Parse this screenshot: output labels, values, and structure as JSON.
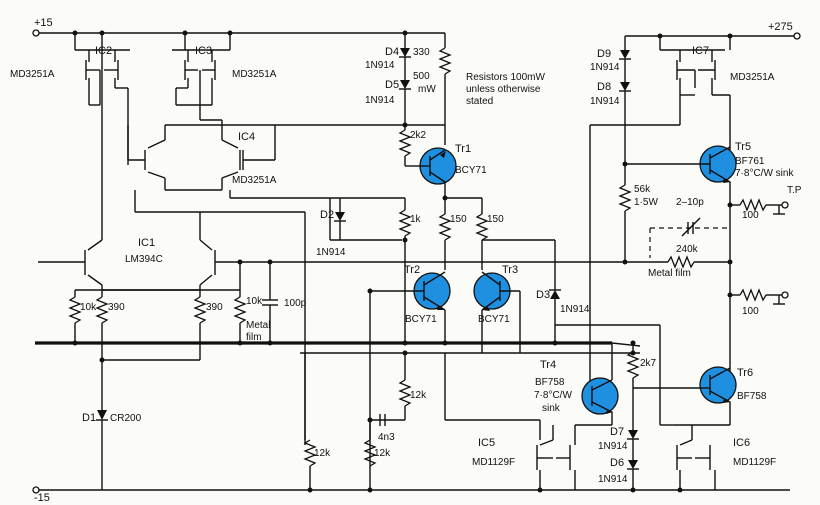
{
  "rails": {
    "pos15": "+15",
    "neg15": "-15",
    "pos275": "+275"
  },
  "note": {
    "line1": "Resistors 100mW",
    "line2": "unless otherwise",
    "line3": "stated"
  },
  "ics": {
    "ic2": {
      "name": "IC2",
      "part": "MD3251A"
    },
    "ic3": {
      "name": "IC3",
      "part": "MD3251A"
    },
    "ic4": {
      "name": "IC4",
      "part": "MD3251A"
    },
    "ic1": {
      "name": "IC1",
      "part": "LM394C"
    },
    "ic7": {
      "name": "IC7",
      "part": "MD3251A"
    },
    "ic5": {
      "name": "IC5",
      "part": "MD1129F"
    },
    "ic6": {
      "name": "IC6",
      "part": "MD1129F"
    }
  },
  "transistors": {
    "tr1": {
      "name": "Tr1",
      "part": "BCY71"
    },
    "tr2": {
      "name": "Tr2",
      "part": "BCY71"
    },
    "tr3": {
      "name": "Tr3",
      "part": "BCY71"
    },
    "tr4": {
      "name": "Tr4",
      "part": "BF758",
      "extra1": "7·8°C/W",
      "extra2": "sink"
    },
    "tr5": {
      "name": "Tr5",
      "part": "BF761",
      "extra1": "7·8°C/W sink"
    },
    "tr6": {
      "name": "Tr6",
      "part": "BF758"
    }
  },
  "diodes": {
    "d4": {
      "name": "D4",
      "part": "1N914"
    },
    "d5": {
      "name": "D5",
      "part": "1N914"
    },
    "d2": {
      "name": "D2",
      "part": "1N914"
    },
    "d3": {
      "name": "D3",
      "part": "1N914"
    },
    "d1": {
      "name": "D1",
      "part": "CR200"
    },
    "d9": {
      "name": "D9",
      "part": "1N914"
    },
    "d8": {
      "name": "D8",
      "part": "1N914"
    },
    "d7": {
      "name": "D7",
      "part": "1N914"
    },
    "d6": {
      "name": "D6",
      "part": "1N914"
    }
  },
  "resistors": {
    "r330": {
      "v1": "330",
      "v2": "500",
      "v3": "mW"
    },
    "r2k2": "2k2",
    "r1k": "1k",
    "r150a": "150",
    "r150b": "150",
    "r10k": "10k",
    "r390a": "390",
    "r390b": "390",
    "r10kmf": {
      "v1": "10k",
      "v2": "Metal",
      "v3": "film"
    },
    "c100p": "100p",
    "r56k": {
      "v1": "56k",
      "v2": "1·5W"
    },
    "trim": "2–10p",
    "r100a": "100",
    "r240k": "240k",
    "metalfilm": "Metal film",
    "r100b": "100",
    "tp": "T.P",
    "r2k7": "2k7",
    "r12k_a": "12k",
    "r12k_b": "12k",
    "r12k_c": "12k",
    "c4n3": "4n3"
  }
}
